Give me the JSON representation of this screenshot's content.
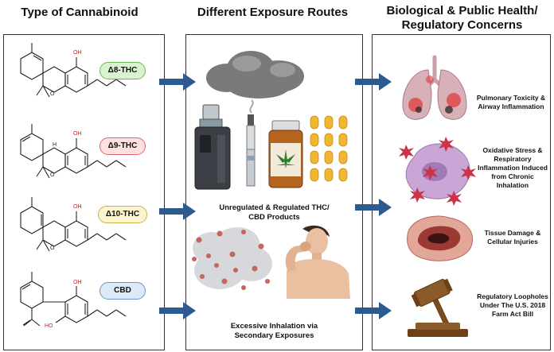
{
  "headers": {
    "left": "Type of Cannabinoid",
    "middle": "Different Exposure Routes",
    "right_line1": "Biological & Public Health/",
    "right_line2": "Regulatory Concerns"
  },
  "cannabinoids": [
    {
      "label": "Δ8-THC",
      "bg": "#d9f2cf",
      "border": "#6cb85a"
    },
    {
      "label": "Δ9-THC",
      "bg": "#fde0df",
      "border": "#d96a6a"
    },
    {
      "label": "Δ10-THC",
      "bg": "#fbf5cf",
      "border": "#c9b64a"
    },
    {
      "label": "CBD",
      "bg": "#dbe9f8",
      "border": "#6b95c8"
    }
  ],
  "structure_labels": {
    "oh": "OH",
    "ho": "HO",
    "h": "H"
  },
  "routes": {
    "products_line1": "Unregulated & Regulated THC/",
    "products_line2": "CBD Products",
    "inhalation_line1": "Excessive Inhalation via",
    "inhalation_line2": "Secondary Exposures"
  },
  "concerns": [
    {
      "line1": "Pulmonary Toxicity &",
      "line2": "Airway Inflammation"
    },
    {
      "line1": "Oxidative Stress &",
      "line2": "Respiratory",
      "line3": "Inflammation Induced",
      "line4": "from Chronic",
      "line5": "Inhalation"
    },
    {
      "line1": "Tissue Damage &",
      "line2": "Cellular Injuries"
    },
    {
      "line1": "Regulatory Loopholes",
      "line2": "Under The U.S. 2018",
      "line3": "Farm Act Bill"
    }
  ],
  "colors": {
    "arrow": "#2e5b8f",
    "oh_red": "#cc2222"
  }
}
